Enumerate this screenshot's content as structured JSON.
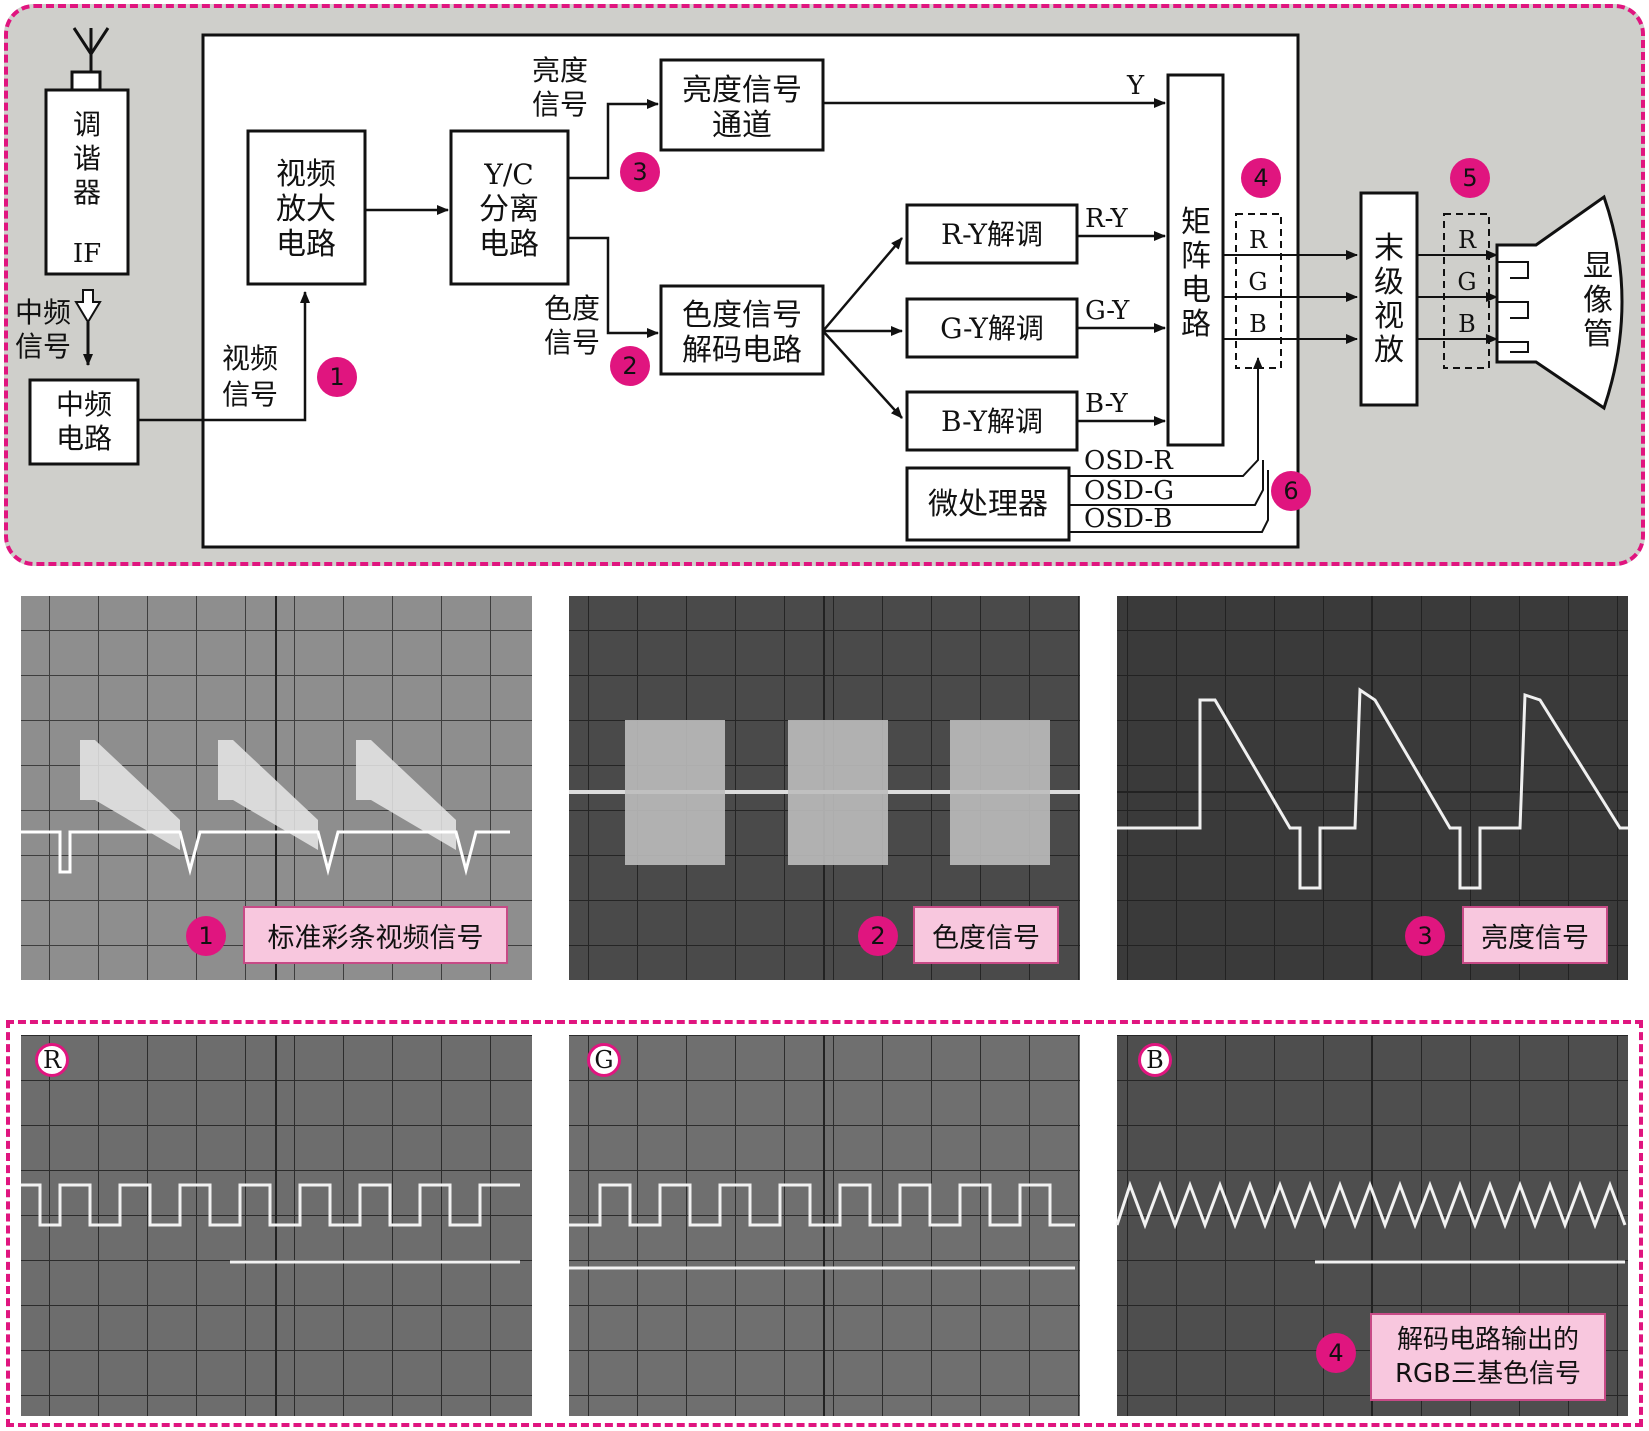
{
  "diagram": {
    "tuner": {
      "text": "调谐器",
      "if": "IF"
    },
    "if_signal": "中频信号",
    "if_circuit": "中频电路",
    "video_signal": "视频信号",
    "video_amp": "视频放大电路",
    "yc_sep": {
      "line1": "Y/C",
      "line2": "分离",
      "line3": "电路"
    },
    "luma_signal": "亮度信号",
    "luma_channel": "亮度信号通道",
    "chroma_signal": "色度信号",
    "chroma_decoder": "色度信号解码电路",
    "ry_demod": "R-Y解调",
    "gy_demod": "G-Y解调",
    "by_demod": "B-Y解调",
    "matrix": "矩阵电路",
    "final_amp": "末级视放",
    "crt": "显像管",
    "mcu": "微处理器",
    "signals": {
      "y": "Y",
      "ry": "R-Y",
      "gy": "G-Y",
      "by": "B-Y",
      "osd_r": "OSD-R",
      "osd_g": "OSD-G",
      "osd_b": "OSD-B",
      "r": "R",
      "g": "G",
      "b": "B"
    },
    "markers": [
      "1",
      "2",
      "3",
      "4",
      "5",
      "6"
    ]
  },
  "waveforms": {
    "composite": {
      "badge": "1",
      "label": "标准彩条视频信号"
    },
    "chroma": {
      "badge": "2",
      "label": "色度信号"
    },
    "luma": {
      "badge": "3",
      "label": "亮度信号"
    },
    "r": {
      "channel": "R"
    },
    "g": {
      "channel": "G"
    },
    "b": {
      "channel": "B"
    },
    "rgb_note": {
      "badge": "4",
      "line1": "解码电路输出的",
      "line2": "RGB三基色信号"
    }
  },
  "colors": {
    "accent": "#e0157f",
    "tag_fill": "#f8c7de",
    "panel_bg": "#cfcfcb"
  }
}
